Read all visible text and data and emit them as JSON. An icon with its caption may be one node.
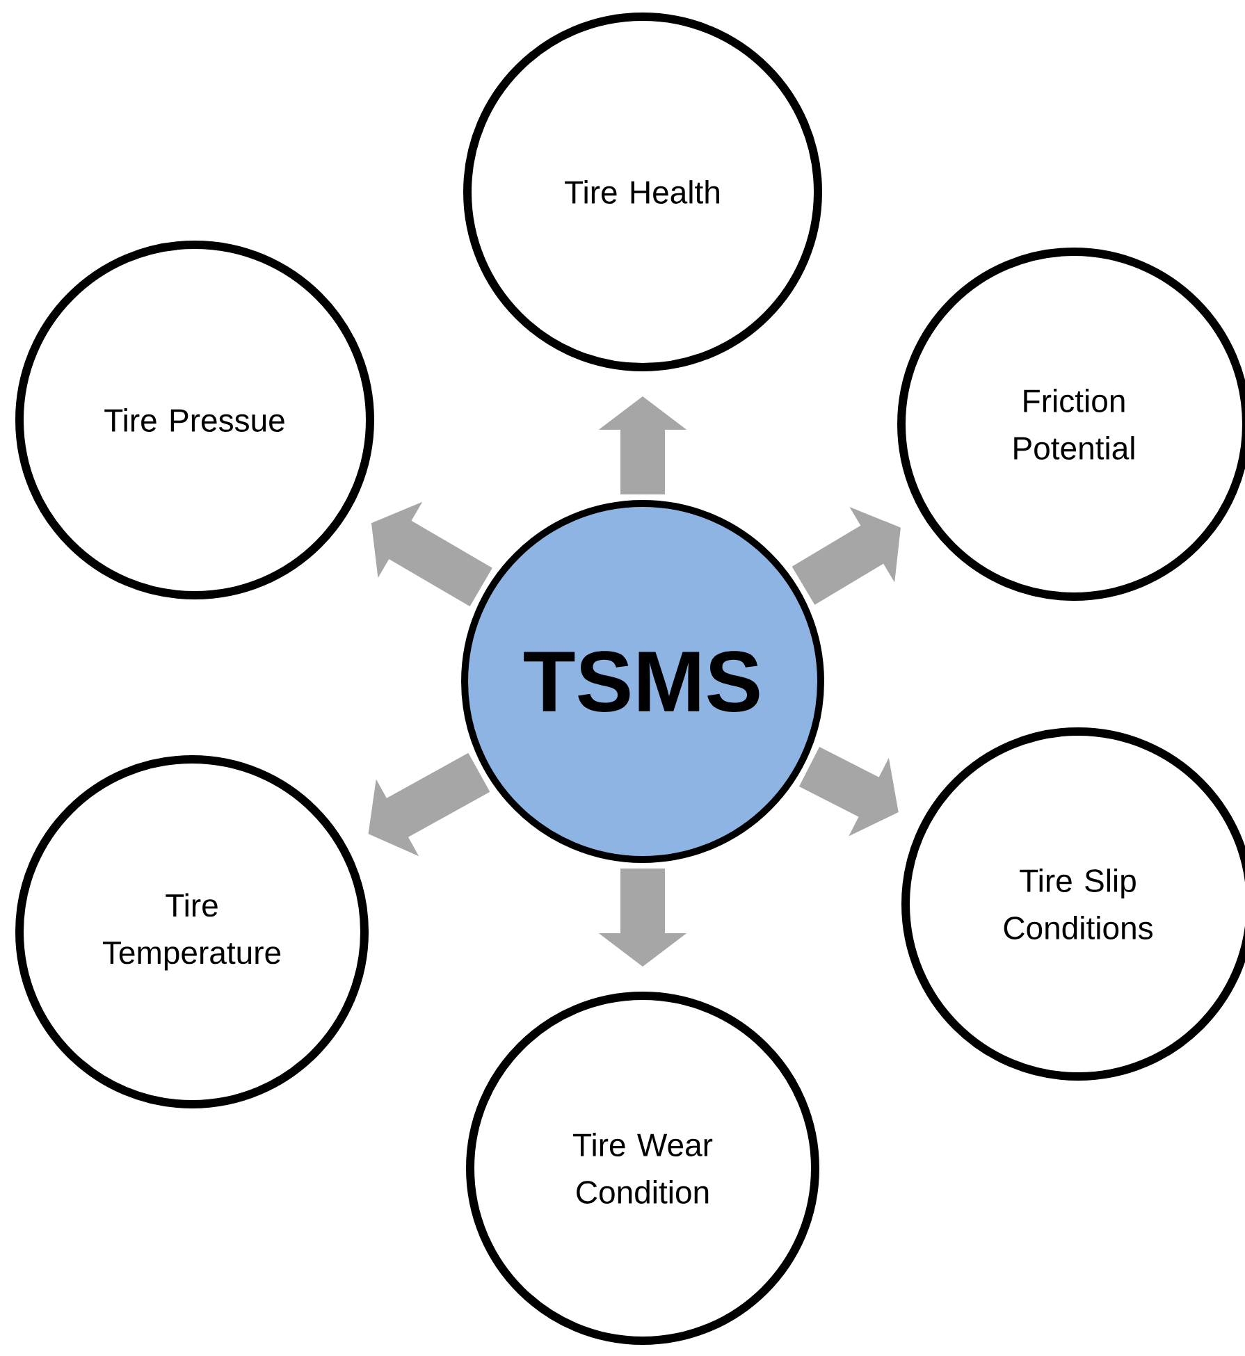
{
  "diagram": {
    "nodes": [
      {
        "text": [
          "Tire  Health"
        ]
      },
      {
        "text": [
          "Tire Pressue"
        ]
      },
      {
        "text": [
          "Friction Potential"
        ]
      },
      {
        "text": [
          "TSMS"
        ]
      },
      {
        "text": [
          "Tire Slip Conditions"
        ]
      },
      {
        "text": [
          "Tire Temperature"
        ]
      },
      {
        "text": [
          "Tire Wear Condition"
        ]
      }
    ],
    "edges": [
      {
        "from": 3,
        "to": 0,
        "arrow": "to"
      },
      {
        "from": 3,
        "to": 2,
        "arrow": "to"
      },
      {
        "from": 3,
        "to": 4,
        "arrow": "to"
      },
      {
        "from": 3,
        "to": 6,
        "arrow": "to"
      },
      {
        "from": 3,
        "to": 5,
        "arrow": "to"
      },
      {
        "from": 3,
        "to": 1,
        "arrow": "to"
      }
    ]
  }
}
